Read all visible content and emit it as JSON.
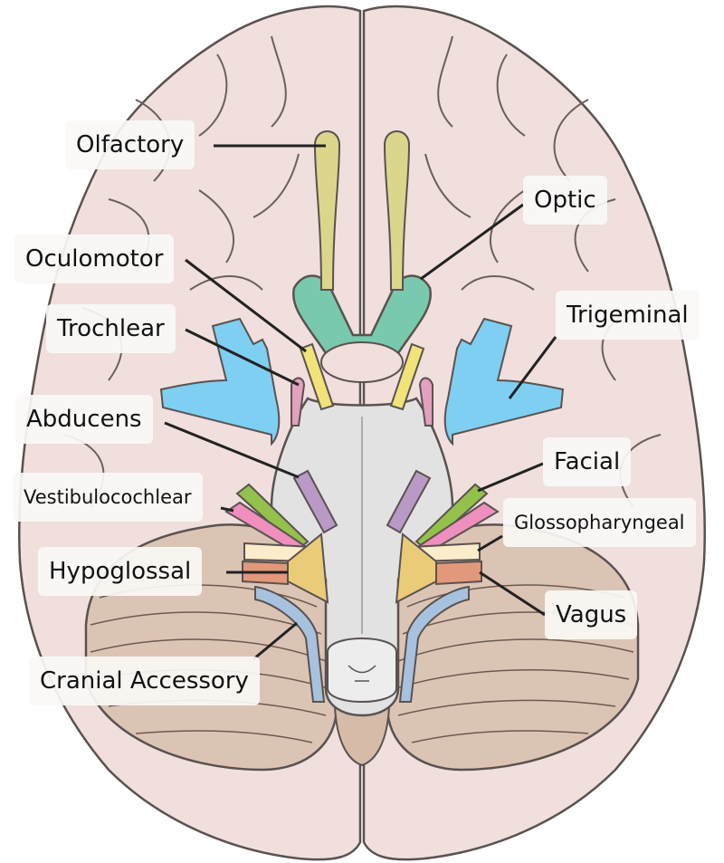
{
  "labels": {
    "olfactory": "Olfactory",
    "optic": "Optic",
    "oculomotor": "Oculomotor",
    "trochlear": "Trochlear",
    "trigeminal": "Trigeminal",
    "abducens": "Abducens",
    "facial": "Facial",
    "vestibulocochlear": "Vestibulocochlear",
    "glossopharyngeal": "Glossopharyngeal",
    "hypoglossal": "Hypoglossal",
    "vagus": "Vagus",
    "cranial_accessory": "Cranial Accessory"
  },
  "colors": {
    "cerebrum": "#f0dfdc",
    "cerebellum": "#dcc4b4",
    "brainstem": "#e2e2e3",
    "outline": "#5a5250",
    "olfactory": "#dcd68c",
    "optic": "#78c9ae",
    "oculomotor": "#f1e37a",
    "trochlear": "#e3a0bf",
    "trigeminal": "#7ecff2",
    "abducens": "#b99ac6",
    "facial": "#93c14b",
    "vestibulocochlear": "#ee8fbd",
    "glossopharyngeal": "#fbeccb",
    "hypoglossal": "#e2987a",
    "vagus": "#eacb78",
    "cranial_accessory": "#a7c2de",
    "leader_line": "#222222"
  }
}
